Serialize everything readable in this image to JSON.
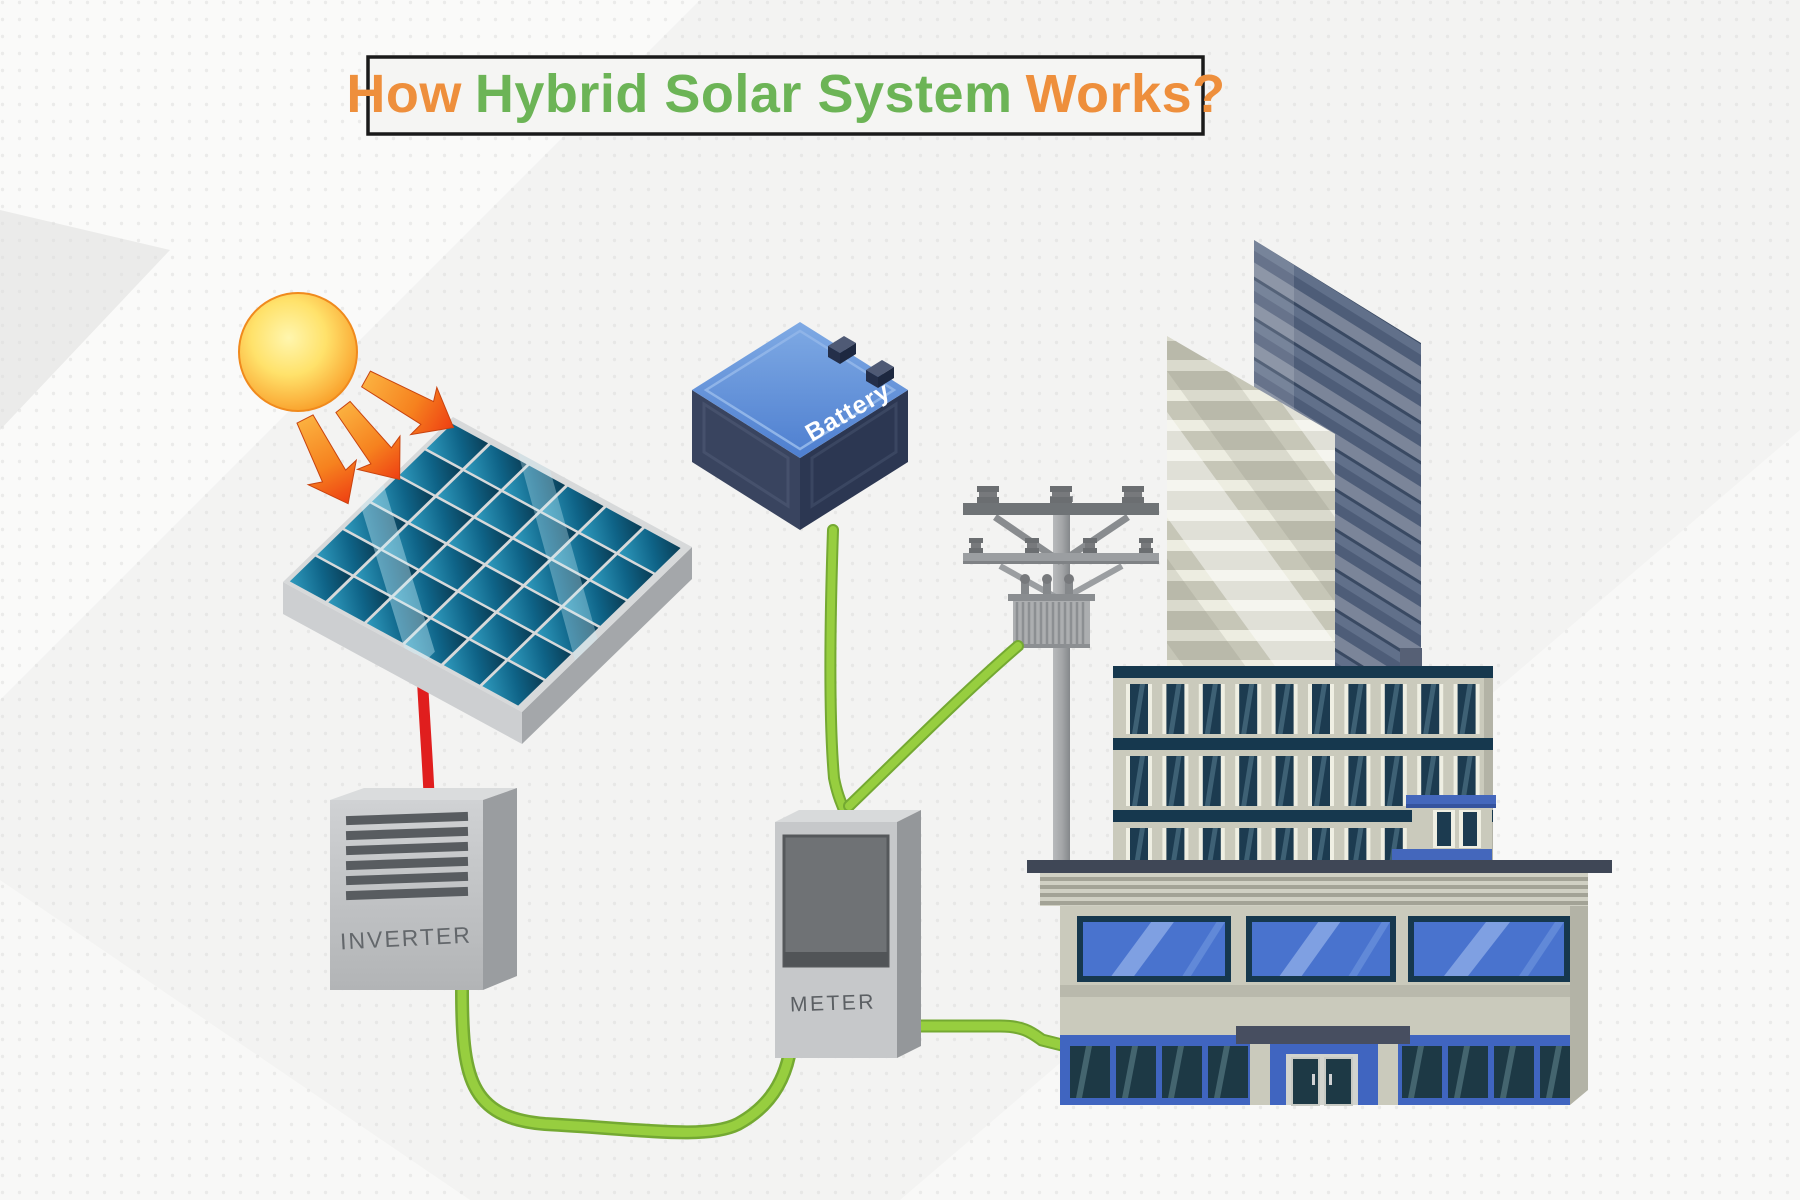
{
  "title": {
    "part1": "How",
    "part2": "Hybrid Solar System",
    "part3": "Works?"
  },
  "labels": {
    "inverter": "INVERTER",
    "meter": "METER",
    "battery": "Battery"
  },
  "colors": {
    "title_orange": "#EE8F3C",
    "title_green": "#6CB456",
    "title_box_border": "#1A1A1A",
    "background": "#F3F3F2",
    "wire_green": "#8FC63E",
    "wire_red": "#E01E1E",
    "sun_core_yellow": "#FFF3A0",
    "sun_edge_orange": "#F7941D",
    "arrow_orange": "#F6821F",
    "panel_cell_blue": "#1178A0",
    "panel_frame_gray": "#D7D9DA",
    "battery_top_blue": "#5F93D8",
    "battery_body_navy": "#333E5A",
    "device_metal_gray": "#C6C8CA",
    "pole_gray": "#9DA0A3",
    "building_beige": "#CACABC",
    "window_band_navy": "#16384E",
    "storefront_blue": "#4065C0",
    "glass_teal": "#1D3945",
    "tower_light": "#D6D6C8",
    "tower_dark": "#5D6B83"
  }
}
